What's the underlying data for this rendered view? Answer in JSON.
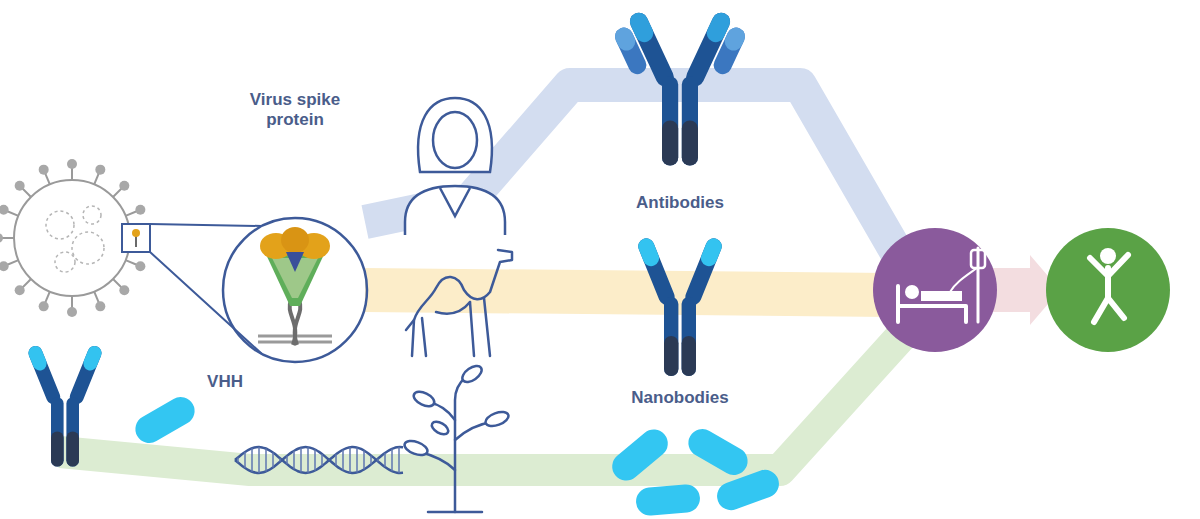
{
  "diagram": {
    "nodes": [
      {
        "text": [
          "Virus spike protein"
        ]
      }
    ],
    "labels": [
      "Antibodies",
      "VHH",
      "Nanobodies"
    ]
  }
}
